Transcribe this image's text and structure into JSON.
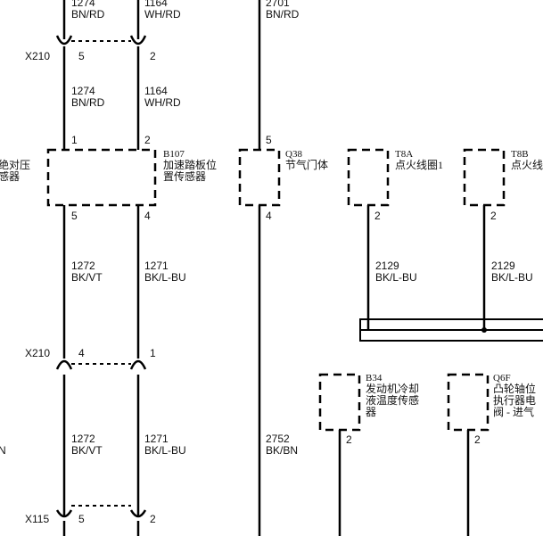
{
  "wires": {
    "top_left": {
      "num": "1274",
      "color": "BN/RD"
    },
    "top_mid": {
      "num": "1164",
      "color": "WH/RD"
    },
    "top_right": {
      "num": "2701",
      "color": "BN/RD"
    },
    "upper_left": {
      "num": "1274",
      "color": "BN/RD"
    },
    "upper_mid": {
      "num": "1164",
      "color": "WH/RD"
    },
    "mid_left": {
      "num": "1272",
      "color": "BK/VT"
    },
    "mid_mid": {
      "num": "1271",
      "color": "BK/L-BU"
    },
    "t8a_wire": {
      "num": "2129",
      "color": "BK/L-BU"
    },
    "t8b_wire": {
      "num": "2129",
      "color": "BK/L-BU"
    },
    "low_left": {
      "num": "1272",
      "color": "BK/VT"
    },
    "low_mid": {
      "num": "1271",
      "color": "BK/L-BU"
    },
    "q38_wire": {
      "num": "2752",
      "color": "BK/BN"
    },
    "far_left_cut": "N"
  },
  "connectors": {
    "x210_top": {
      "id": "X210",
      "pin_left": "5",
      "pin_right": "2"
    },
    "x210_bottom": {
      "id": "X210",
      "pin_left": "4",
      "pin_right": "1"
    },
    "x115": {
      "id": "X115",
      "pin_left": "5",
      "pin_right": "2"
    }
  },
  "components": {
    "left_cut": {
      "line1": "绝对压",
      "line2": "感器"
    },
    "b107": {
      "id": "B107",
      "line1": "加速踏板位",
      "line2": "置传感器",
      "pin_top_left": "1",
      "pin_top_right": "2",
      "pin_bottom_left": "5",
      "pin_bottom_right": "4"
    },
    "q38": {
      "id": "Q38",
      "line1": "节气门体",
      "pin_top": "5",
      "pin_bottom": "4"
    },
    "t8a": {
      "id": "T8A",
      "line1": "点火线圈1",
      "pin_bottom": "2"
    },
    "t8b": {
      "id": "T8B",
      "line1": "点火线",
      "pin_bottom": "2"
    },
    "b34": {
      "id": "B34",
      "line1": "发动机冷却",
      "line2": "液温度传感",
      "line3": "器",
      "pin_bottom": "2"
    },
    "q6f": {
      "id": "Q6F",
      "line1": "凸轮轴位",
      "line2": "执行器电",
      "line3": "阀 - 进气",
      "pin_bottom": "2"
    }
  }
}
